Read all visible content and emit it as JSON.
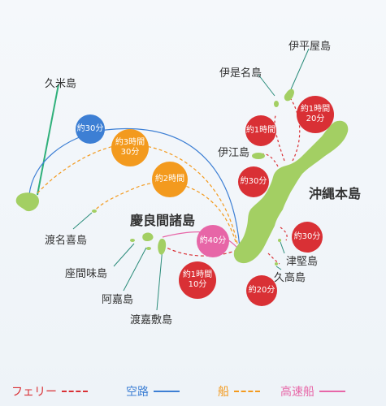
{
  "islands": {
    "kume": "久米島",
    "tonaki": "渡名喜島",
    "zamami": "座間味島",
    "aka": "阿嘉島",
    "tokashiki": "渡嘉敷島",
    "kerama": "慶良間諸島",
    "ie": "伊江島",
    "izena": "伊是名島",
    "iheya": "伊平屋島",
    "okinawa": "沖縄本島",
    "tsuken": "津堅島",
    "kudaka": "久高島"
  },
  "badges": [
    {
      "id": "kume-air",
      "type": "空路",
      "lines": [
        "約30分"
      ],
      "color": "#3d7fd4"
    },
    {
      "id": "kume-ship",
      "type": "船",
      "lines": [
        "約3時間",
        "30分"
      ],
      "color": "#f39a1e"
    },
    {
      "id": "tonaki-ship",
      "type": "船",
      "lines": [
        "約2時間"
      ],
      "color": "#f39a1e"
    },
    {
      "id": "kerama-highspeed",
      "type": "高速船",
      "lines": [
        "約40分"
      ],
      "color": "#e766a7"
    },
    {
      "id": "kerama-ferry",
      "type": "フェリー",
      "lines": [
        "約1時間",
        "10分"
      ],
      "color": "#d93035"
    },
    {
      "id": "izena-ferry",
      "type": "フェリー",
      "lines": [
        "約1時間"
      ],
      "color": "#d93035"
    },
    {
      "id": "iheya-ferry",
      "type": "フェリー",
      "lines": [
        "約1時間",
        "20分"
      ],
      "color": "#d93035"
    },
    {
      "id": "ie-ferry",
      "type": "フェリー",
      "lines": [
        "約30分"
      ],
      "color": "#d93035"
    },
    {
      "id": "tsuken-ferry",
      "type": "フェリー",
      "lines": [
        "約30分"
      ],
      "color": "#d93035"
    },
    {
      "id": "kudaka-ferry",
      "type": "フェリー",
      "lines": [
        "約20分"
      ],
      "color": "#d93035"
    }
  ],
  "legend": {
    "ferry": {
      "label": "フェリー",
      "color": "#d93035",
      "style": "dashed"
    },
    "air": {
      "label": "空路",
      "color": "#3d7fd4",
      "style": "solid"
    },
    "ship": {
      "label": "船",
      "color": "#f39a1e",
      "style": "dashed"
    },
    "highspeed": {
      "label": "高速船",
      "color": "#e766a7",
      "style": "solid"
    }
  }
}
